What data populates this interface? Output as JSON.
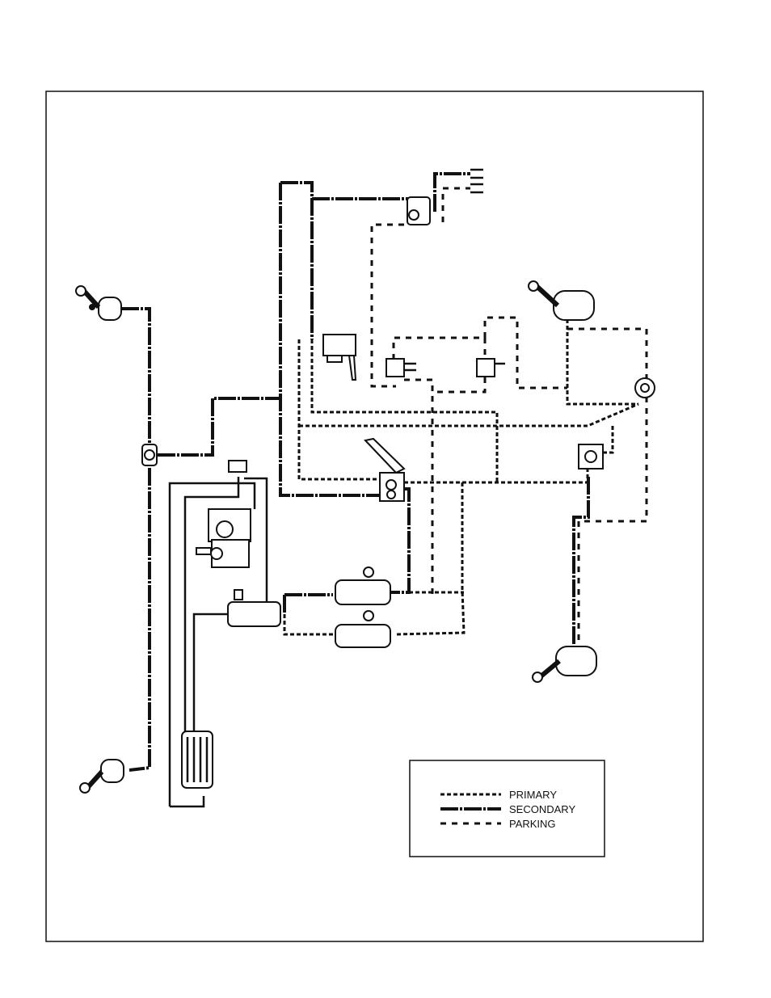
{
  "legend": {
    "primary": "PRIMARY",
    "secondary": "SECONDARY",
    "parking": "PARKING"
  }
}
